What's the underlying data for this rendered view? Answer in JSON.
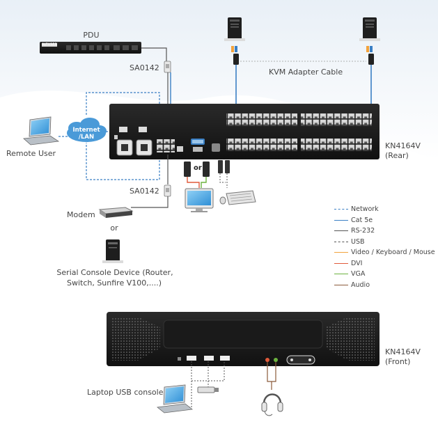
{
  "labels": {
    "pdu": "PDU",
    "sa0142_top": "SA0142",
    "sa0142_bottom": "SA0142",
    "kvm_adapter_cable": "KVM Adapter Cable",
    "internet_lan": [
      "Internet",
      "/LAN"
    ],
    "remote_user": "Remote User",
    "rear_model": "KN4164V",
    "rear_caption": "(Rear)",
    "or_small": "or",
    "modem": "Modem",
    "or_between": "or",
    "serial_console": [
      "Serial Console Device (Router,",
      "Switch, Sunfire V100,....)"
    ],
    "front_model": "KN4164V",
    "front_caption": "(Front)",
    "laptop_usb_console": "Laptop USB console",
    "pdu_brand": "ALTUSEN"
  },
  "legend": [
    {
      "label": "Network",
      "color": "#3a7fc4",
      "style": "dashed"
    },
    {
      "label": "Cat 5e",
      "color": "#3a7fc4",
      "style": "solid"
    },
    {
      "label": "RS-232",
      "color": "#555555",
      "style": "solid"
    },
    {
      "label": "USB",
      "color": "#555555",
      "style": "dashed"
    },
    {
      "label": "Video / Keyboard / Mouse",
      "color": "#f2a23c",
      "style": "solid"
    },
    {
      "label": "DVI",
      "color": "#e05a3a",
      "style": "solid"
    },
    {
      "label": "VGA",
      "color": "#6cb33f",
      "style": "solid"
    },
    {
      "label": "Audio",
      "color": "#8b5a3a",
      "style": "solid"
    }
  ],
  "colors": {
    "network": "#3a7fc4",
    "device_dark": "#1c1c1c",
    "cloud": "#4a9ad8"
  }
}
